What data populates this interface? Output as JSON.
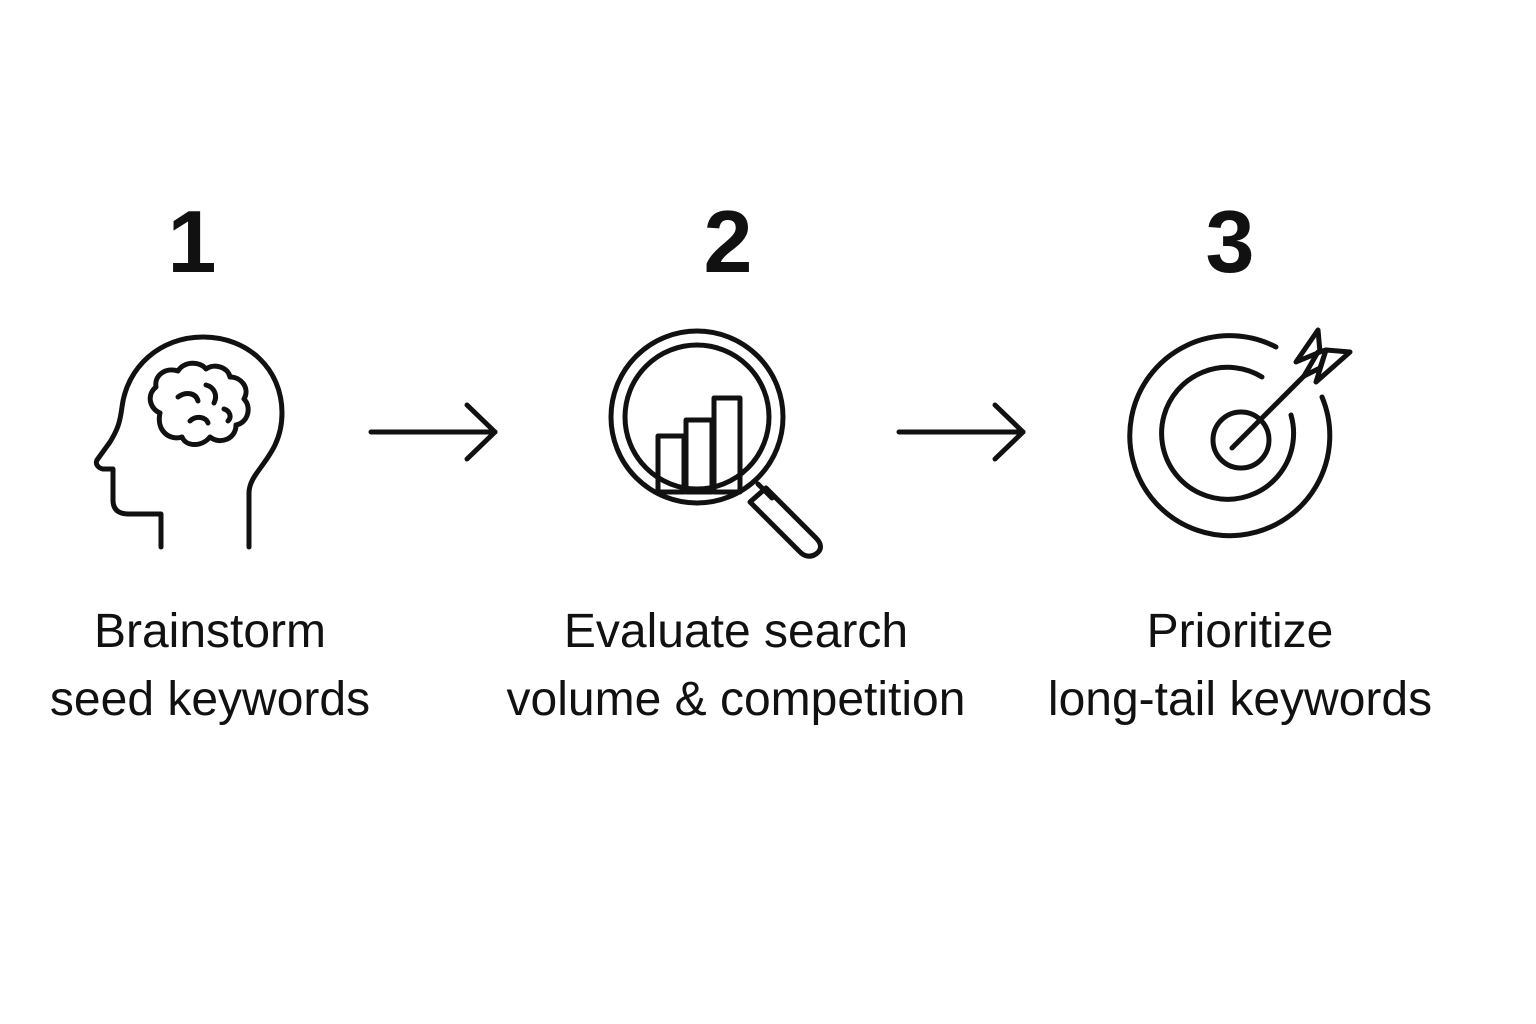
{
  "colors": {
    "ink": "#111111",
    "background": "#ffffff"
  },
  "steps": [
    {
      "number": "1",
      "icon": "head-brain-icon",
      "line1": "Brainstorm",
      "line2": "seed keywords"
    },
    {
      "number": "2",
      "icon": "magnifier-bar-chart-icon",
      "line1": "Evaluate search",
      "line2": "volume & competition"
    },
    {
      "number": "3",
      "icon": "target-arrow-icon",
      "line1": "Prioritize",
      "line2": "long-tail keywords"
    }
  ],
  "connectors": [
    "arrow-right-icon",
    "arrow-right-icon"
  ]
}
